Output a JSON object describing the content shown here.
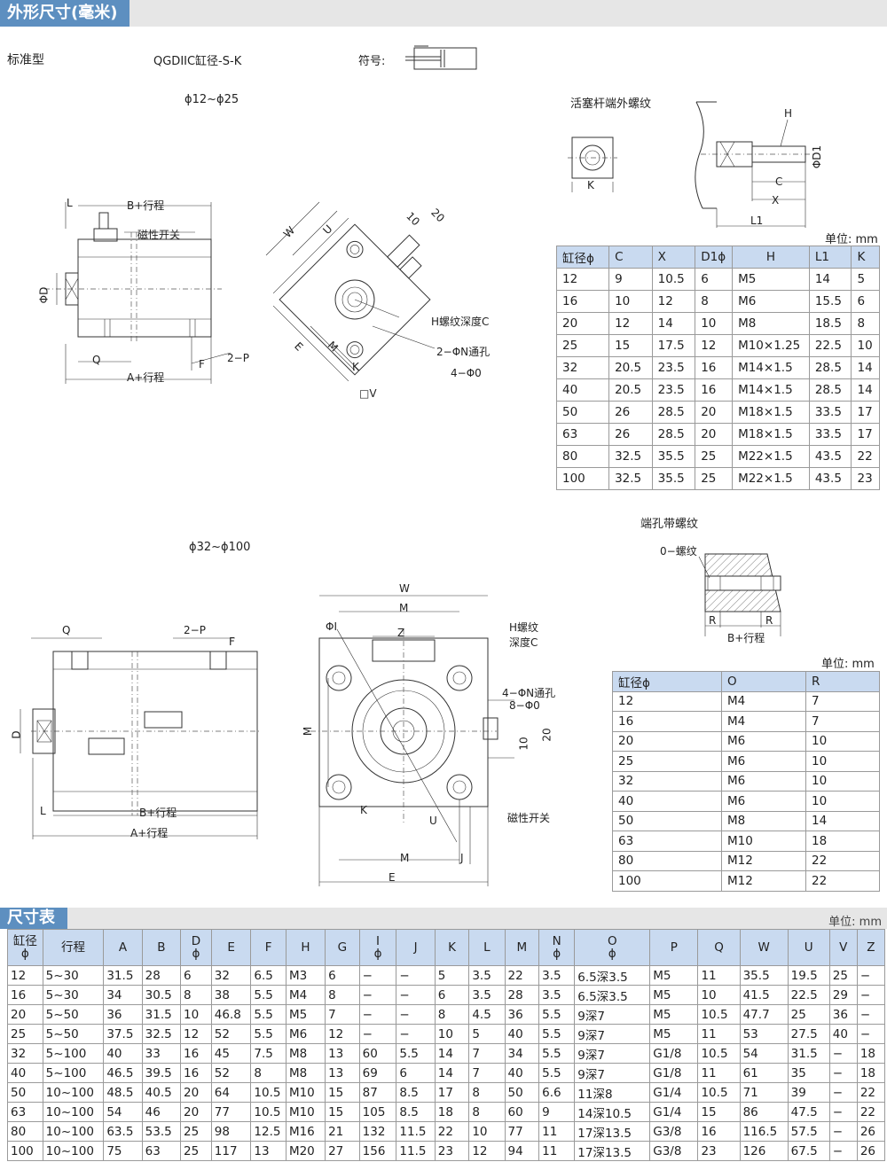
{
  "section1": {
    "title": "外形尺寸(毫米)"
  },
  "header_row": {
    "type_label": "标准型",
    "model_code": "QGDIIC缸径-S-K",
    "symbol_label": "符号:"
  },
  "diagram_upper": {
    "range_label": "ϕ12~ϕ25",
    "labels": {
      "L": "L",
      "B_stroke": "B+行程",
      "magnetic_switch": "磁性开关",
      "phiD": "ΦD",
      "Q": "Q",
      "F": "F",
      "P2": "2−P",
      "A_stroke": "A+行程",
      "W": "W",
      "U": "U",
      "d10": "10",
      "d20": "20",
      "H_thread": "H螺纹深度C",
      "N2": "2−ΦN通孔",
      "O4": "4−Φ0",
      "E": "E",
      "M": "M",
      "K": "K",
      "V": "□V"
    }
  },
  "rod_thread": {
    "title": "活塞杆端外螺纹",
    "labels": {
      "H": "H",
      "D1": "ΦD1",
      "C": "C",
      "X": "X",
      "L1": "L1",
      "K": "K"
    },
    "unit": "单位: mm",
    "headers": [
      "缸径ϕ",
      "C",
      "X",
      "D1ϕ",
      "H",
      "L1",
      "K"
    ],
    "rows": [
      [
        "12",
        "9",
        "10.5",
        "6",
        "M5",
        "14",
        "5"
      ],
      [
        "16",
        "10",
        "12",
        "8",
        "M6",
        "15.5",
        "6"
      ],
      [
        "20",
        "12",
        "14",
        "10",
        "M8",
        "18.5",
        "8"
      ],
      [
        "25",
        "15",
        "17.5",
        "12",
        "M10×1.25",
        "22.5",
        "10"
      ],
      [
        "32",
        "20.5",
        "23.5",
        "16",
        "M14×1.5",
        "28.5",
        "14"
      ],
      [
        "40",
        "20.5",
        "23.5",
        "16",
        "M14×1.5",
        "28.5",
        "14"
      ],
      [
        "50",
        "26",
        "28.5",
        "20",
        "M18×1.5",
        "33.5",
        "17"
      ],
      [
        "63",
        "26",
        "28.5",
        "20",
        "M18×1.5",
        "33.5",
        "17"
      ],
      [
        "80",
        "32.5",
        "35.5",
        "25",
        "M22×1.5",
        "43.5",
        "22"
      ],
      [
        "100",
        "32.5",
        "35.5",
        "25",
        "M22×1.5",
        "43.5",
        "23"
      ]
    ]
  },
  "diagram_lower": {
    "range_label": "ϕ32~ϕ100",
    "labels": {
      "Q": "Q",
      "P2": "2−P",
      "F": "F",
      "D": "D",
      "L": "L",
      "B_stroke": "B+行程",
      "A_stroke": "A+行程",
      "W": "W",
      "M_top": "M",
      "phiI": "ΦI",
      "Z": "Z",
      "H_thread": "H螺纹",
      "depth": "深度C",
      "N4": "4−ΦN通孔",
      "O8": "8−Φ0",
      "M_side": "M",
      "d10": "10",
      "d20": "20",
      "K": "K",
      "U": "U",
      "magnetic_switch": "磁性开关",
      "M_bot": "M",
      "J": "J",
      "E": "E"
    }
  },
  "port_thread": {
    "title": "端孔带螺纹",
    "labels": {
      "O": "0−螺纹",
      "R1": "R",
      "R2": "R",
      "B_stroke": "B+行程"
    },
    "unit": "单位: mm",
    "headers": [
      "缸径ϕ",
      "O",
      "R"
    ],
    "rows": [
      [
        "12",
        "M4",
        "7"
      ],
      [
        "16",
        "M4",
        "7"
      ],
      [
        "20",
        "M6",
        "10"
      ],
      [
        "25",
        "M6",
        "10"
      ],
      [
        "32",
        "M6",
        "10"
      ],
      [
        "40",
        "M6",
        "10"
      ],
      [
        "50",
        "M8",
        "14"
      ],
      [
        "63",
        "M10",
        "18"
      ],
      [
        "80",
        "M12",
        "22"
      ],
      [
        "100",
        "M12",
        "22"
      ]
    ]
  },
  "section2": {
    "title": "尺寸表",
    "unit": "单位: mm"
  },
  "main_table": {
    "headers": [
      [
        "缸径",
        "ϕ"
      ],
      [
        "行程"
      ],
      [
        "A"
      ],
      [
        "B"
      ],
      [
        "D",
        "ϕ"
      ],
      [
        "E"
      ],
      [
        "F"
      ],
      [
        "H"
      ],
      [
        "G"
      ],
      [
        "I",
        "ϕ"
      ],
      [
        "J"
      ],
      [
        "K"
      ],
      [
        "L"
      ],
      [
        "M"
      ],
      [
        "N",
        "ϕ"
      ],
      [
        "O",
        "ϕ"
      ],
      [
        "P"
      ],
      [
        "Q"
      ],
      [
        "W"
      ],
      [
        "U"
      ],
      [
        "V"
      ],
      [
        "Z"
      ]
    ],
    "rows": [
      [
        "12",
        "5~30",
        "31.5",
        "28",
        "6",
        "32",
        "6.5",
        "M3",
        "6",
        "−",
        "−",
        "5",
        "3.5",
        "22",
        "3.5",
        "6.5深3.5",
        "M5",
        "11",
        "35.5",
        "19.5",
        "25",
        "−"
      ],
      [
        "16",
        "5~30",
        "34",
        "30.5",
        "8",
        "38",
        "5.5",
        "M4",
        "8",
        "−",
        "−",
        "6",
        "3.5",
        "28",
        "3.5",
        "6.5深3.5",
        "M5",
        "10",
        "41.5",
        "22.5",
        "29",
        "−"
      ],
      [
        "20",
        "5~50",
        "36",
        "31.5",
        "10",
        "46.8",
        "5.5",
        "M5",
        "7",
        "−",
        "−",
        "8",
        "4.5",
        "36",
        "5.5",
        "9深7",
        "M5",
        "10.5",
        "47.7",
        "25",
        "36",
        "−"
      ],
      [
        "25",
        "5~50",
        "37.5",
        "32.5",
        "12",
        "52",
        "5.5",
        "M6",
        "12",
        "−",
        "−",
        "10",
        "5",
        "40",
        "5.5",
        "9深7",
        "M5",
        "11",
        "53",
        "27.5",
        "40",
        "−"
      ],
      [
        "32",
        "5~100",
        "40",
        "33",
        "16",
        "45",
        "7.5",
        "M8",
        "13",
        "60",
        "5.5",
        "14",
        "7",
        "34",
        "5.5",
        "9深7",
        "G1/8",
        "10.5",
        "54",
        "31.5",
        "−",
        "18"
      ],
      [
        "40",
        "5~100",
        "46.5",
        "39.5",
        "16",
        "52",
        "8",
        "M8",
        "13",
        "69",
        "6",
        "14",
        "7",
        "40",
        "5.5",
        "9深7",
        "G1/8",
        "11",
        "61",
        "35",
        "−",
        "18"
      ],
      [
        "50",
        "10~100",
        "48.5",
        "40.5",
        "20",
        "64",
        "10.5",
        "M10",
        "15",
        "87",
        "8.5",
        "17",
        "8",
        "50",
        "6.6",
        "11深8",
        "G1/4",
        "10.5",
        "71",
        "39",
        "−",
        "22"
      ],
      [
        "63",
        "10~100",
        "54",
        "46",
        "20",
        "77",
        "10.5",
        "M10",
        "15",
        "105",
        "8.5",
        "18",
        "8",
        "60",
        "9",
        "14深10.5",
        "G1/4",
        "15",
        "86",
        "47.5",
        "−",
        "22"
      ],
      [
        "80",
        "10~100",
        "63.5",
        "53.5",
        "25",
        "98",
        "12.5",
        "M16",
        "21",
        "132",
        "11.5",
        "22",
        "10",
        "77",
        "11",
        "17深13.5",
        "G3/8",
        "16",
        "116.5",
        "57.5",
        "−",
        "26"
      ],
      [
        "100",
        "10~100",
        "75",
        "63",
        "25",
        "117",
        "13",
        "M20",
        "27",
        "156",
        "11.5",
        "23",
        "12",
        "94",
        "11",
        "17深13.5",
        "G3/8",
        "23",
        "126",
        "67.5",
        "−",
        "26"
      ]
    ]
  }
}
